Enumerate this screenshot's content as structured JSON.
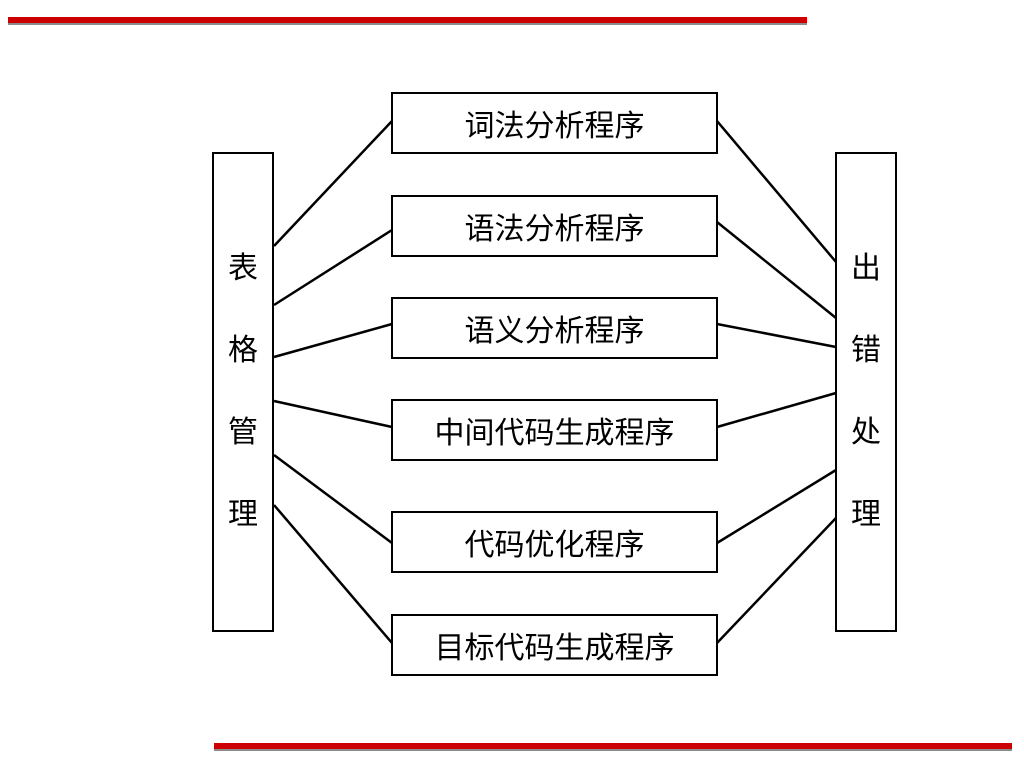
{
  "stages": [
    "词法分析程序",
    "语法分析程序",
    "语义分析程序",
    "中间代码生成程序",
    "代码优化程序",
    "目标代码生成程序"
  ],
  "left_panel": {
    "chars": [
      "表",
      "格",
      "管",
      "理"
    ]
  },
  "right_panel": {
    "chars": [
      "出",
      "错",
      "处",
      "理"
    ]
  },
  "colors": {
    "accent_bar": "#cc0000",
    "line": "#000000",
    "background": "#ffffff"
  }
}
